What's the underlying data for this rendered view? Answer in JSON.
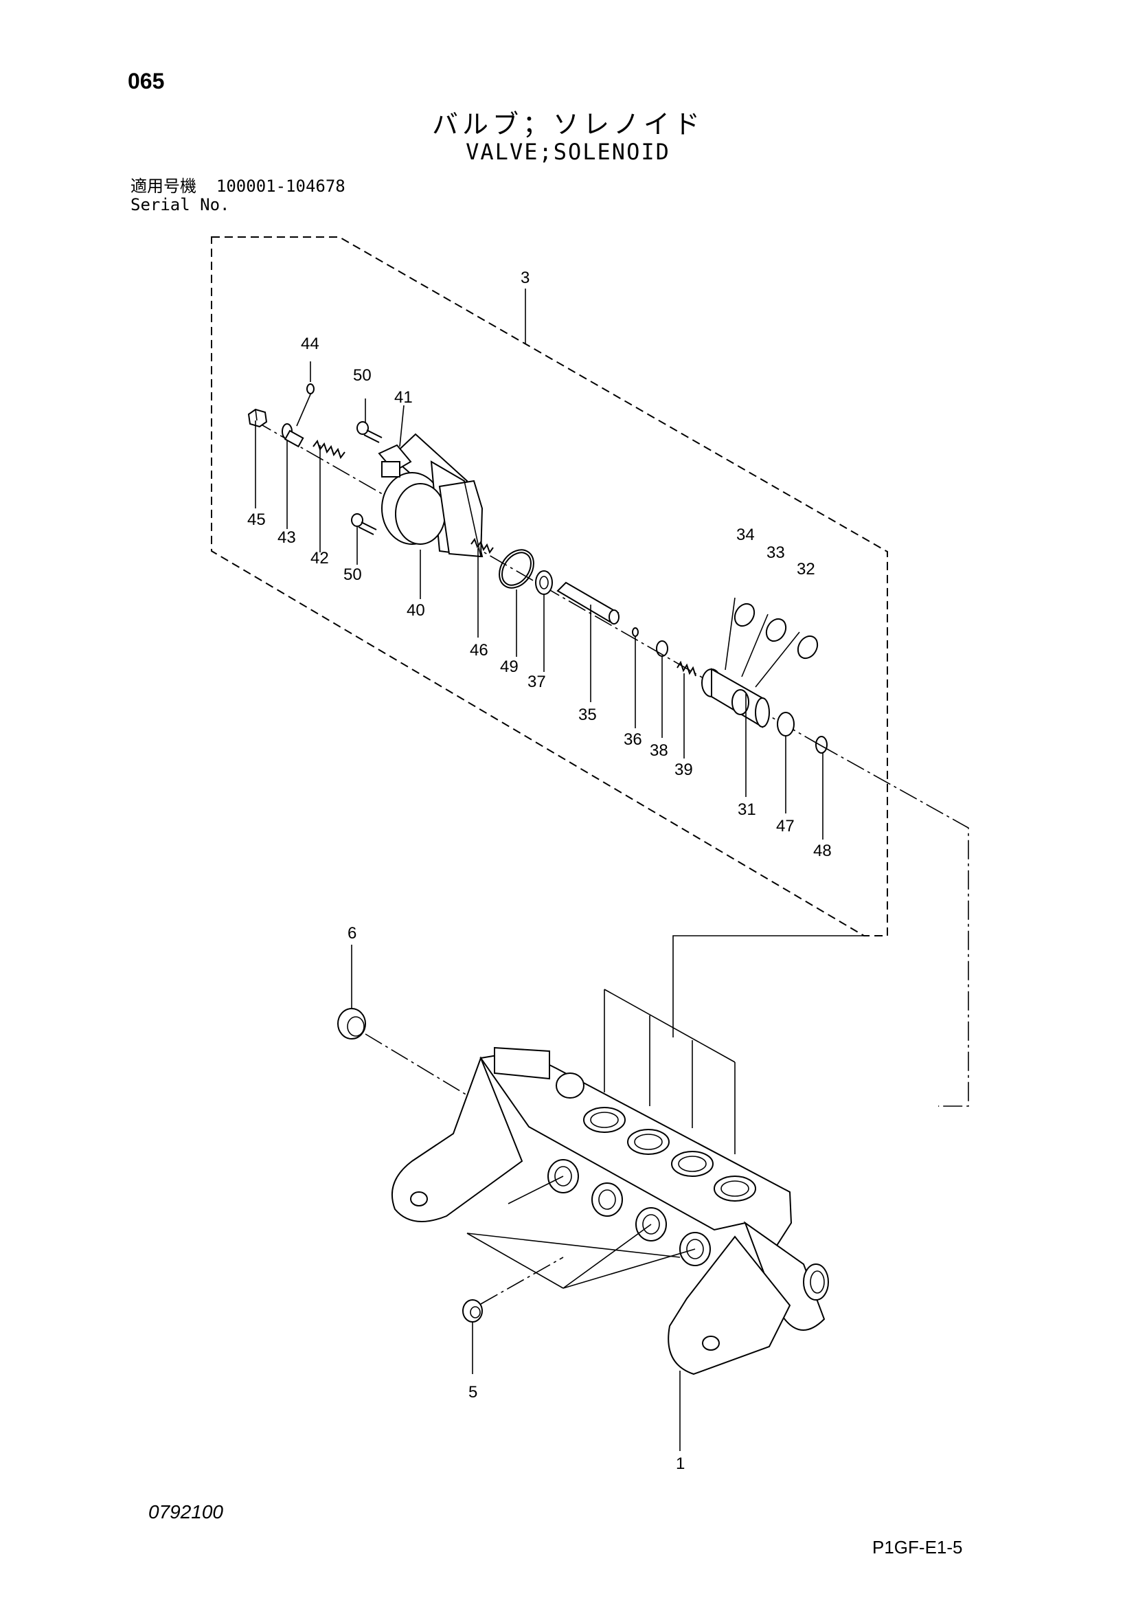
{
  "header": {
    "page_number": "065",
    "title_jp": "バルブ；ソレノイド",
    "title_en": "VALVE;SOLENOID",
    "serial_label_jp": "適用号機",
    "serial_range": "100001-104678",
    "serial_label_en": "Serial No."
  },
  "callouts": {
    "c1": "1",
    "c3": "3",
    "c5": "5",
    "c6": "6",
    "c31": "31",
    "c32": "32",
    "c33": "33",
    "c34": "34",
    "c35": "35",
    "c36": "36",
    "c37": "37",
    "c38": "38",
    "c39": "39",
    "c40": "40",
    "c41": "41",
    "c42": "42",
    "c43": "43",
    "c44": "44",
    "c45": "45",
    "c46": "46",
    "c47": "47",
    "c48": "48",
    "c49": "49",
    "c50a": "50",
    "c50b": "50"
  },
  "footer": {
    "doc_code": "0792100",
    "page_ref": "P1GF-E1-5"
  }
}
